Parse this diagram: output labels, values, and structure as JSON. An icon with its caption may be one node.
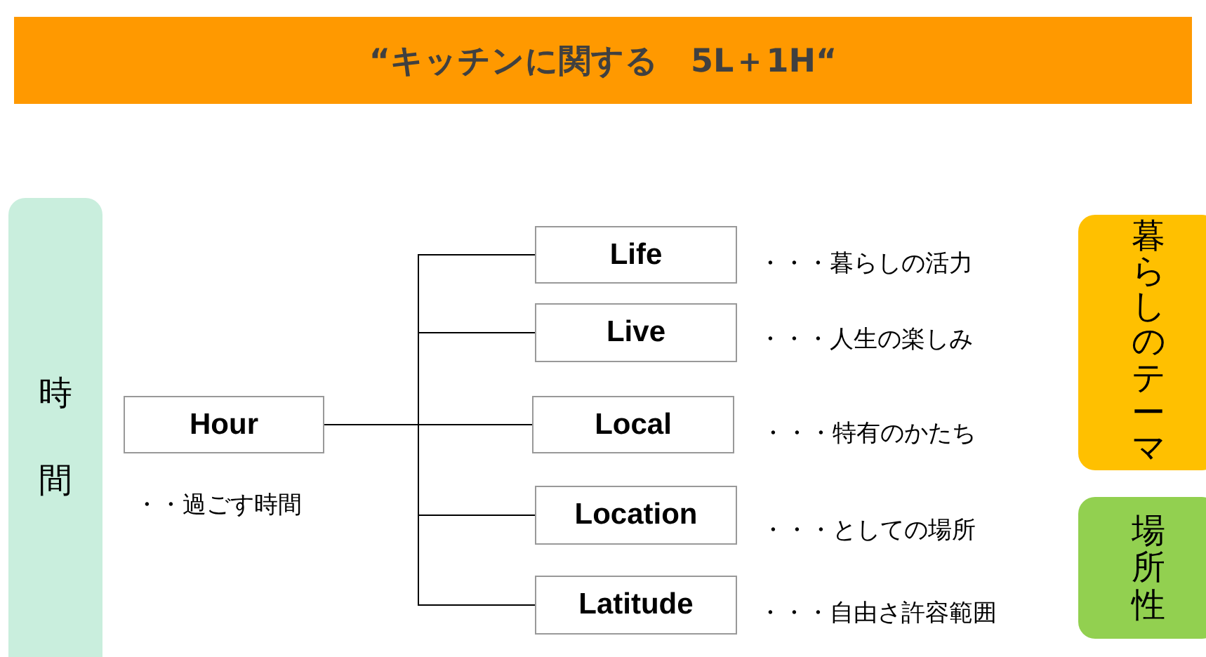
{
  "diagram": {
    "title": "“キッチンに関する　5L＋1H“",
    "nodes": [
      {
        "text": [
          "時間"
        ]
      },
      {
        "text": [
          "Hour"
        ],
        "beside": [
          "・・過ごす時間"
        ]
      },
      {
        "text": [
          "Life"
        ],
        "beside": [
          "・・・暮らしの活力"
        ]
      },
      {
        "text": [
          "Live"
        ],
        "beside": [
          "・・・人生の楽しみ"
        ]
      },
      {
        "text": [
          "Local"
        ],
        "beside": [
          "・・・特有のかたち"
        ]
      },
      {
        "text": [
          "Location"
        ],
        "beside": [
          "・・・としての場所"
        ]
      },
      {
        "text": [
          "Latitude"
        ],
        "beside": [
          "・・・自由さ許容範囲"
        ]
      },
      {
        "text": [
          "暮らしのテーマ"
        ]
      },
      {
        "text": [
          "場所性"
        ]
      }
    ],
    "edges": [
      {
        "from": 1,
        "to": 2,
        "arrow": "none"
      },
      {
        "from": 1,
        "to": 3,
        "arrow": "none"
      },
      {
        "from": 1,
        "to": 4,
        "arrow": "none"
      },
      {
        "from": 1,
        "to": 5,
        "arrow": "none"
      },
      {
        "from": 1,
        "to": 6,
        "arrow": "none"
      }
    ]
  }
}
